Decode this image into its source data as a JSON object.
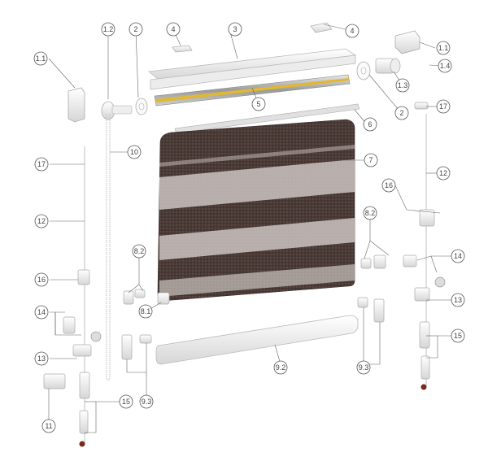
{
  "labels": {
    "l_1_1a": "1.1",
    "l_1_2": "1.2",
    "l_2a": "2",
    "l_4a": "4",
    "l_3": "3",
    "l_4b": "4",
    "l_1_1b": "1.1",
    "l_1_4": "1.4",
    "l_1_3": "1.3",
    "l_5": "5",
    "l_2b": "2",
    "l_17b": "17",
    "l_6": "6",
    "l_10": "10",
    "l_17a": "17",
    "l_7": "7",
    "l_12b": "12",
    "l_16b": "16",
    "l_12a": "12",
    "l_8_2b": "8.2",
    "l_8_2a": "8.2",
    "l_14b": "14",
    "l_16a": "16",
    "l_13b": "13",
    "l_8_1": "8.1",
    "l_14a": "14",
    "l_15b": "15",
    "l_9_2": "9.2",
    "l_13a": "13",
    "l_9_3b": "9.3",
    "l_9_3a": "9.3",
    "l_15a": "15",
    "l_11": "11"
  },
  "colors": {
    "fabric_dark": "#4a3a36",
    "fabric_sheer": "#c9c2bf",
    "tube_yellow": "#e2b830",
    "tube_grey": "#8e8e8e",
    "part_white": "#f2f2f2",
    "part_edge": "#b8b8b8",
    "weight_red": "#7a2a1a"
  }
}
